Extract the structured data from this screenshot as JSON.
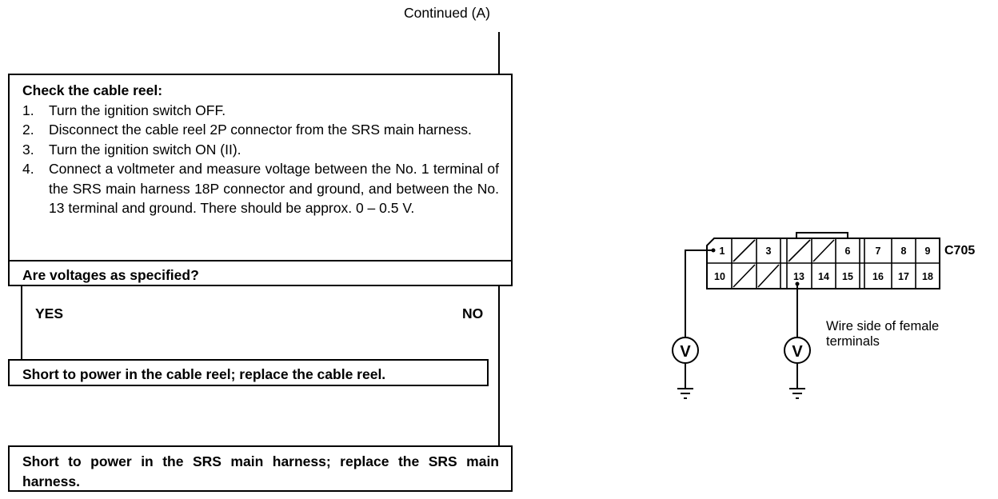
{
  "flowchart": {
    "continued_label": "Continued (A)",
    "check_box": {
      "title": "Check the cable reel:",
      "steps": [
        {
          "num": "1.",
          "text": "Turn the ignition switch OFF."
        },
        {
          "num": "2.",
          "text": "Disconnect the cable reel 2P connector from the SRS main harness."
        },
        {
          "num": "3.",
          "text": "Turn the ignition switch ON (II)."
        },
        {
          "num": "4.",
          "text": "Connect a voltmeter and measure voltage between the No. 1 terminal of the SRS main harness 18P connector and ground, and between the No. 13 terminal and ground. There should be approx. 0 – 0.5 V."
        }
      ],
      "question": "Are voltages as specified?"
    },
    "yes_label": "YES",
    "no_label": "NO",
    "yes_result": "Short to power in the cable reel; replace the cable reel.",
    "no_result": "Short to power in the SRS main harness; replace the SRS main harness."
  },
  "connector": {
    "id": "C705",
    "top_row": [
      "1",
      "",
      "3",
      "",
      "",
      "6",
      "7",
      "8",
      "9"
    ],
    "bottom_row": [
      "10",
      "",
      "",
      "13",
      "14",
      "15",
      "16",
      "17",
      "18"
    ],
    "voltmeter_symbol": "V",
    "note_line1": "Wire side of female",
    "note_line2": "terminals"
  }
}
